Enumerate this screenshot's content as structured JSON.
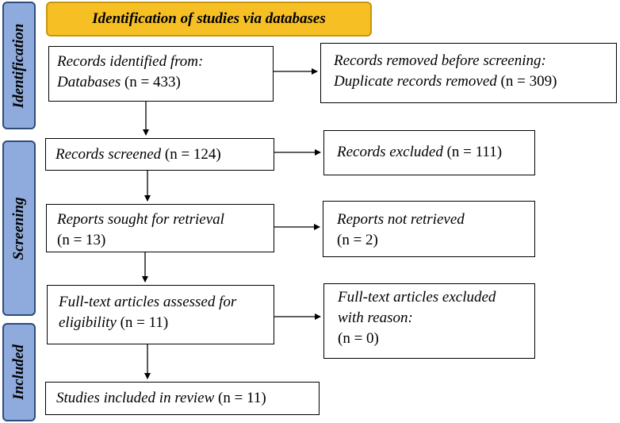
{
  "header": {
    "title": "Identification of studies via databases"
  },
  "phases": {
    "identification": "Identification",
    "screening": "Screening",
    "included": "Included"
  },
  "boxes": {
    "identified": {
      "text": "Records identified from: Databases",
      "count": "(n = 433)"
    },
    "removed": {
      "line1": "Records removed before screening:",
      "line2": "Duplicate records removed",
      "count": "(n = 309)"
    },
    "screened": {
      "text": "Records screened",
      "count": "(n = 124)"
    },
    "excluded": {
      "text": "Records excluded",
      "count": "(n = 111)"
    },
    "sought": {
      "text": "Reports sought for retrieval",
      "count": "(n = 13)"
    },
    "not_retrieved": {
      "text": "Reports not retrieved",
      "count": "(n = 2)"
    },
    "assessed": {
      "line1": "Full-text articles assessed for",
      "line2": "eligibility",
      "count": "(n = 11)"
    },
    "ft_excluded": {
      "line1": "Full-text articles excluded",
      "line2": "with reason:",
      "count": "(n = 0)"
    },
    "included": {
      "text": "Studies included in review",
      "count": "(n = 11)"
    }
  }
}
